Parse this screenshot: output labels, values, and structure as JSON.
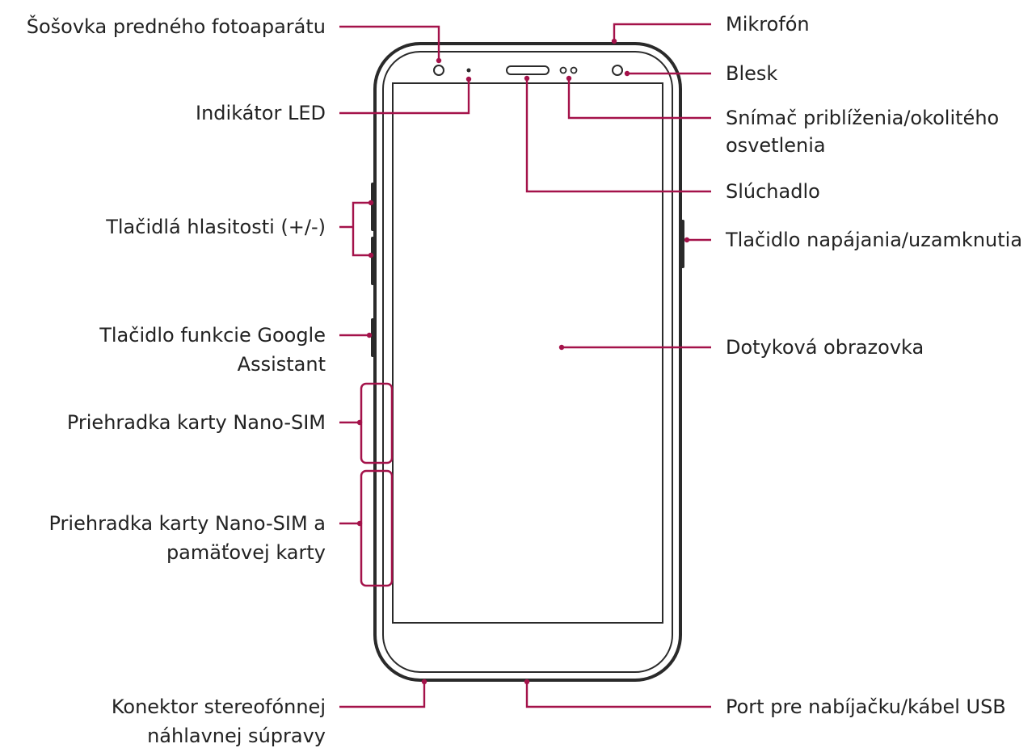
{
  "colors": {
    "callout": "#a4124a",
    "outline": "#2a2a2a",
    "text": "#222222"
  },
  "labels": {
    "front_camera_lens": "Šošovka predného fotoaparátu",
    "led_indicator": "Indikátor LED",
    "volume_keys": "Tlačidlá hlasitosti (+/-)",
    "google_assistant_line1": "Tlačidlo funkcie Google",
    "google_assistant_line2": "Assistant",
    "nano_sim_tray": "Priehradka karty Nano-SIM",
    "nano_sim_memory_tray_line1": "Priehradka karty Nano-SIM a",
    "nano_sim_memory_tray_line2": "pamäťovej karty",
    "stereo_headset_jack_line1": "Konektor stereofónnej",
    "stereo_headset_jack_line2": "náhlavnej súpravy",
    "microphone": "Mikrofón",
    "flash": "Blesk",
    "proximity_light_sensor_line1": "Snímač priblíženia/okolitého",
    "proximity_light_sensor_line2": "osvetlenia",
    "earpiece": "Slúchadlo",
    "power_lock_key": "Tlačidlo napájania/uzamknutia",
    "touch_screen": "Dotyková obrazovka",
    "charger_usb_port": "Port pre nabíjačku/kábel USB"
  }
}
